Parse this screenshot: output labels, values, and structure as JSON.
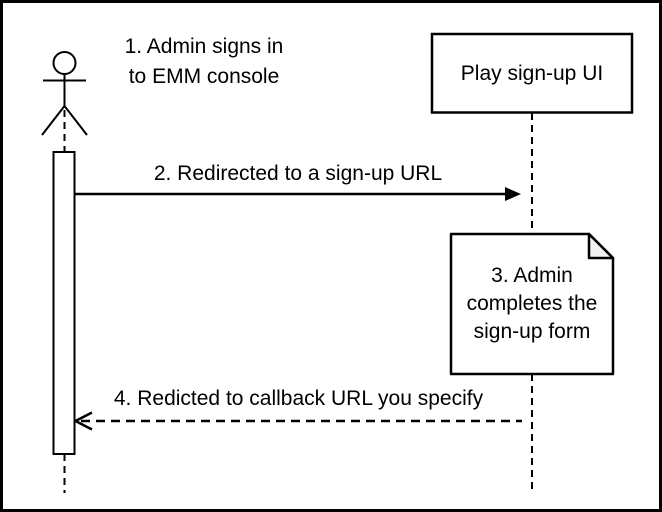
{
  "diagram": {
    "kind": "uml-sequence-diagram",
    "colors": {
      "stroke": "#000000",
      "background": "#ffffff",
      "note_fill": "#ffffff",
      "note_fold": "#f2f2f2"
    },
    "participants": {
      "admin": {
        "shape": "stick-figure-actor"
      },
      "play_signup_ui": {
        "label": "Play sign-up UI"
      }
    },
    "steps": {
      "step1": {
        "label": "1. Admin signs in\nto EMM console"
      },
      "step2": {
        "label": "2. Redirected to a sign-up URL"
      },
      "step3": {
        "label": "3. Admin\ncompletes the\nsign-up form"
      },
      "step4": {
        "label": "4. Redicted to callback URL you specify"
      }
    }
  }
}
